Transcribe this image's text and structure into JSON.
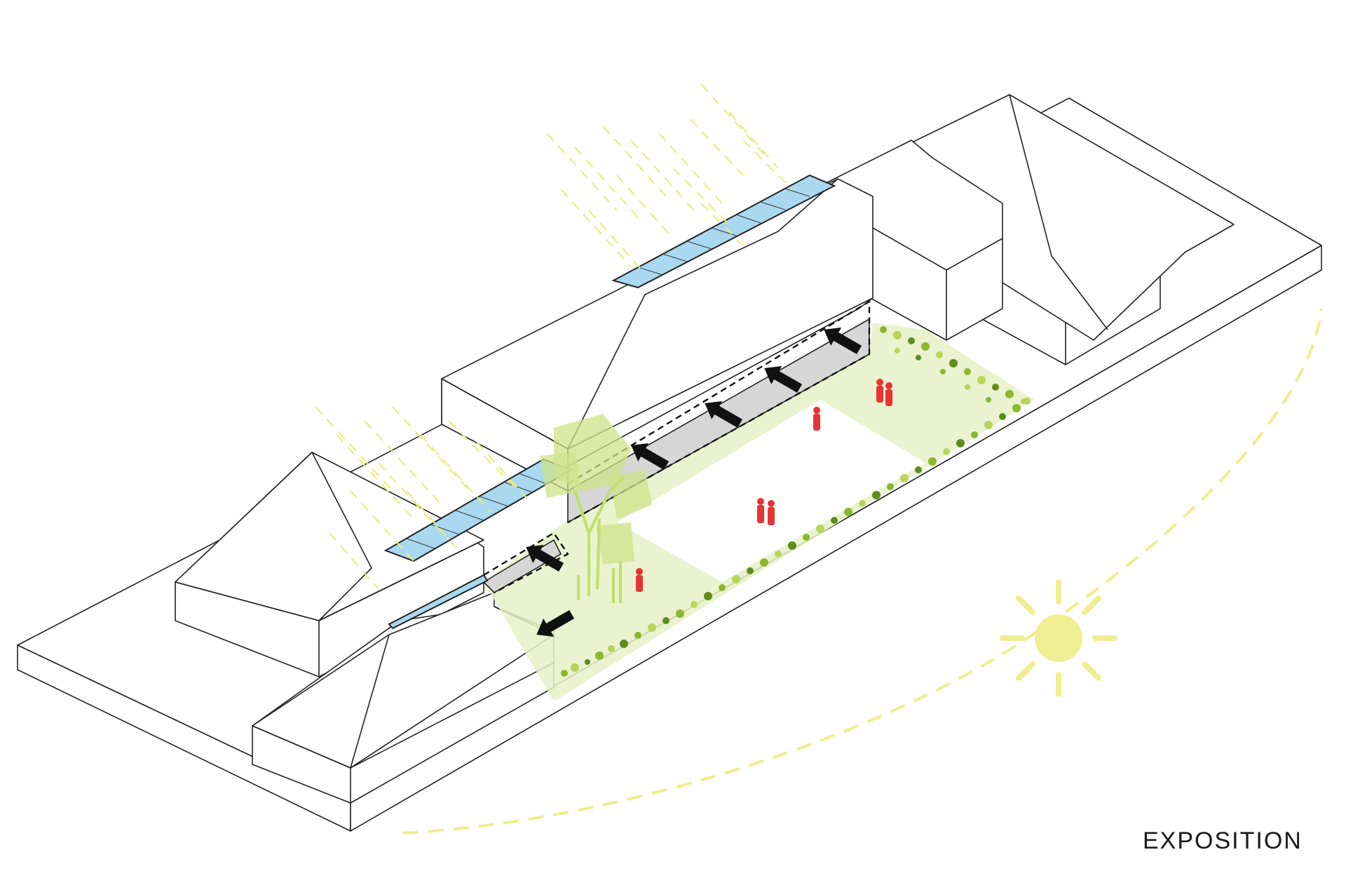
{
  "caption": "EXPOSITION",
  "colors": {
    "skylight": "#a9d8f0",
    "garden": "#e7f0c7",
    "sun": "#f0ee92",
    "people": "#e53434",
    "vegetation": "#8db62e",
    "arrows": "#111111"
  },
  "icons": [
    "sun-icon",
    "skylight",
    "person-icon",
    "ventilation-arrow",
    "tree-icon"
  ]
}
